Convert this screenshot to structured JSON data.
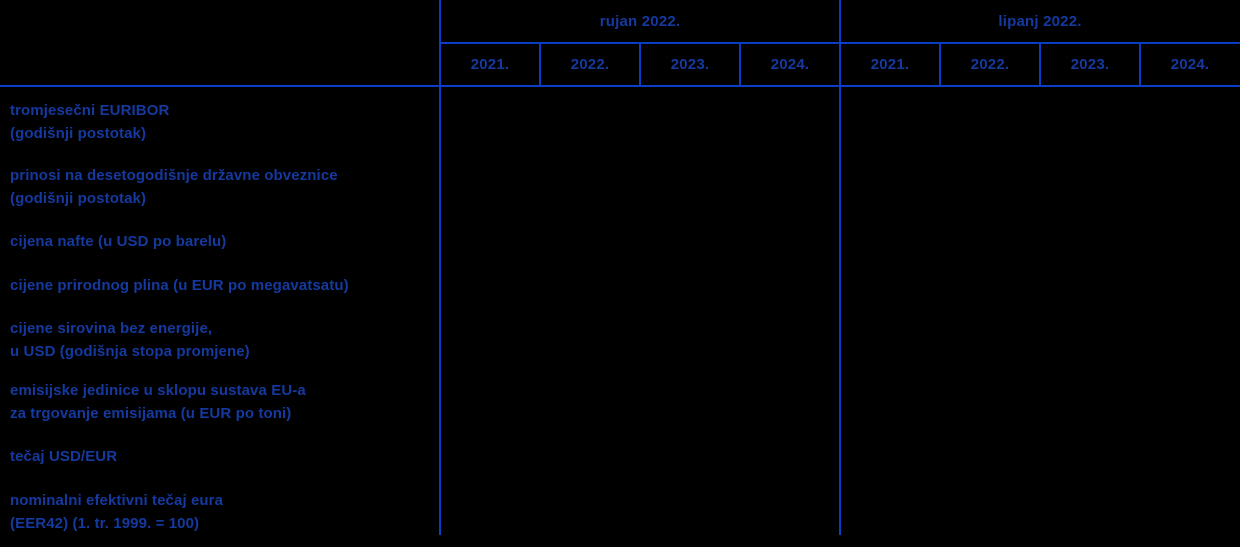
{
  "colors": {
    "background": "#000000",
    "border_line": "#0b3ec6",
    "text": "#15399f"
  },
  "table": {
    "column_groups": [
      {
        "label": "rujan 2022.",
        "years": [
          "2021.",
          "2022.",
          "2023.",
          "2024."
        ]
      },
      {
        "label": "lipanj 2022.",
        "years": [
          "2021.",
          "2022.",
          "2023.",
          "2024."
        ]
      }
    ],
    "rows": [
      {
        "lines": [
          "tromjesečni EURIBOR",
          "(godišnji postotak)"
        ]
      },
      {
        "lines": [
          "prinosi na desetogodišnje državne obveznice",
          "(godišnji postotak)"
        ]
      },
      {
        "lines": [
          "cijena nafte (u USD po barelu)"
        ]
      },
      {
        "lines": [
          "cijene prirodnog plina (u EUR po megavatsatu)"
        ]
      },
      {
        "lines": [
          "cijene sirovina bez energije,",
          "u USD (godišnja stopa promjene)"
        ]
      },
      {
        "lines": [
          "emisijske jedinice u sklopu sustava EU-a",
          "za trgovanje emisijama (u EUR po toni)"
        ]
      },
      {
        "lines": [
          "tečaj USD/EUR"
        ]
      },
      {
        "lines": [
          "nominalni efektivni tečaj eura",
          "(EER42) (1. tr. 1999. = 100)"
        ]
      }
    ]
  }
}
